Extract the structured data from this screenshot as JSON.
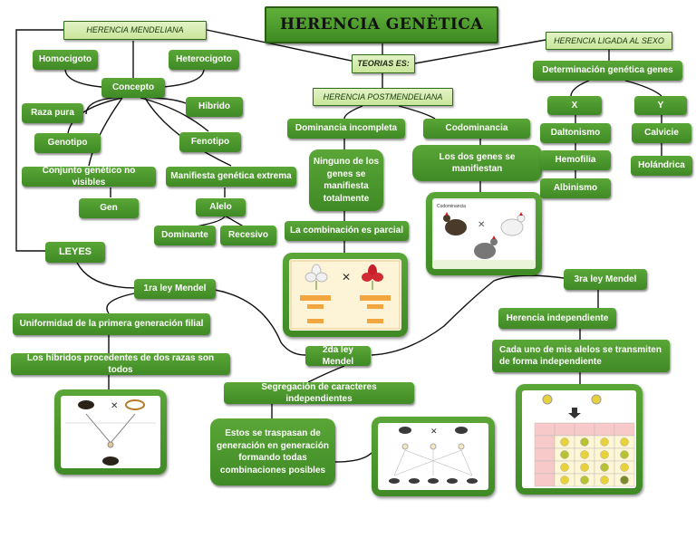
{
  "title": "HERENCIA GENÈTICA",
  "teorias": "TEORIAS ES:",
  "mendeliana": {
    "header": "HERENCIA MENDELIANA",
    "homocigoto": "Homocigoto",
    "heterocigoto": "Heterocigoto",
    "concepto": "Concepto",
    "raza_pura": "Raza pura",
    "hibrido": "Hibrido",
    "genotipo": "Genotipo",
    "fenotipo": "Fenotipo",
    "conjunto": "Conjunto genético no visibles",
    "manifiesta": "Manifiesta genética extrema",
    "gen": "Gen",
    "alelo": "Alelo",
    "dominante": "Dominante",
    "recesivo": "Recesivo"
  },
  "leyes": {
    "header": "LEYES",
    "ley1": "1ra ley Mendel",
    "uniformidad": "Uniformidad de la primera generación filial",
    "hibridos": "Los híbridos procedentes de dos razas son todos",
    "ley2": "2da ley Mendel",
    "segregacion": "Segregación de caracteres independientes",
    "traspasan": "Estos se traspasan de generación en generación formando todas combinaciones posibles",
    "ley3": "3ra ley Mendel",
    "independiente": "Herencia independiente",
    "cada_uno": "Cada uno de mis alelos se transmiten de forma independiente"
  },
  "postmendeliana": {
    "header": "HERENCIA POSTMENDELIANA",
    "dominancia": "Dominancia incompleta",
    "ninguno": "Ninguno de los genes se manifiesta totalmente",
    "combinacion": "La combinación es parcial",
    "codominancia": "Codominancia",
    "dos_genes": "Los dos genes se manifiestan",
    "codominancia_img": "Codominancia"
  },
  "ligada": {
    "header": "HERENCIA LIGADA AL SEXO",
    "determinacion": "Determinación genética genes",
    "x": "X",
    "y": "Y",
    "daltonismo": "Daltonismo",
    "hemofilia": "Hemofilia",
    "albinismo": "Albinismo",
    "calvicie": "Calvicie",
    "holandrica": "Holándrica"
  },
  "colors": {
    "node": "#4a9a2c",
    "line": "#111111",
    "header_bg": "#d6edb0"
  }
}
